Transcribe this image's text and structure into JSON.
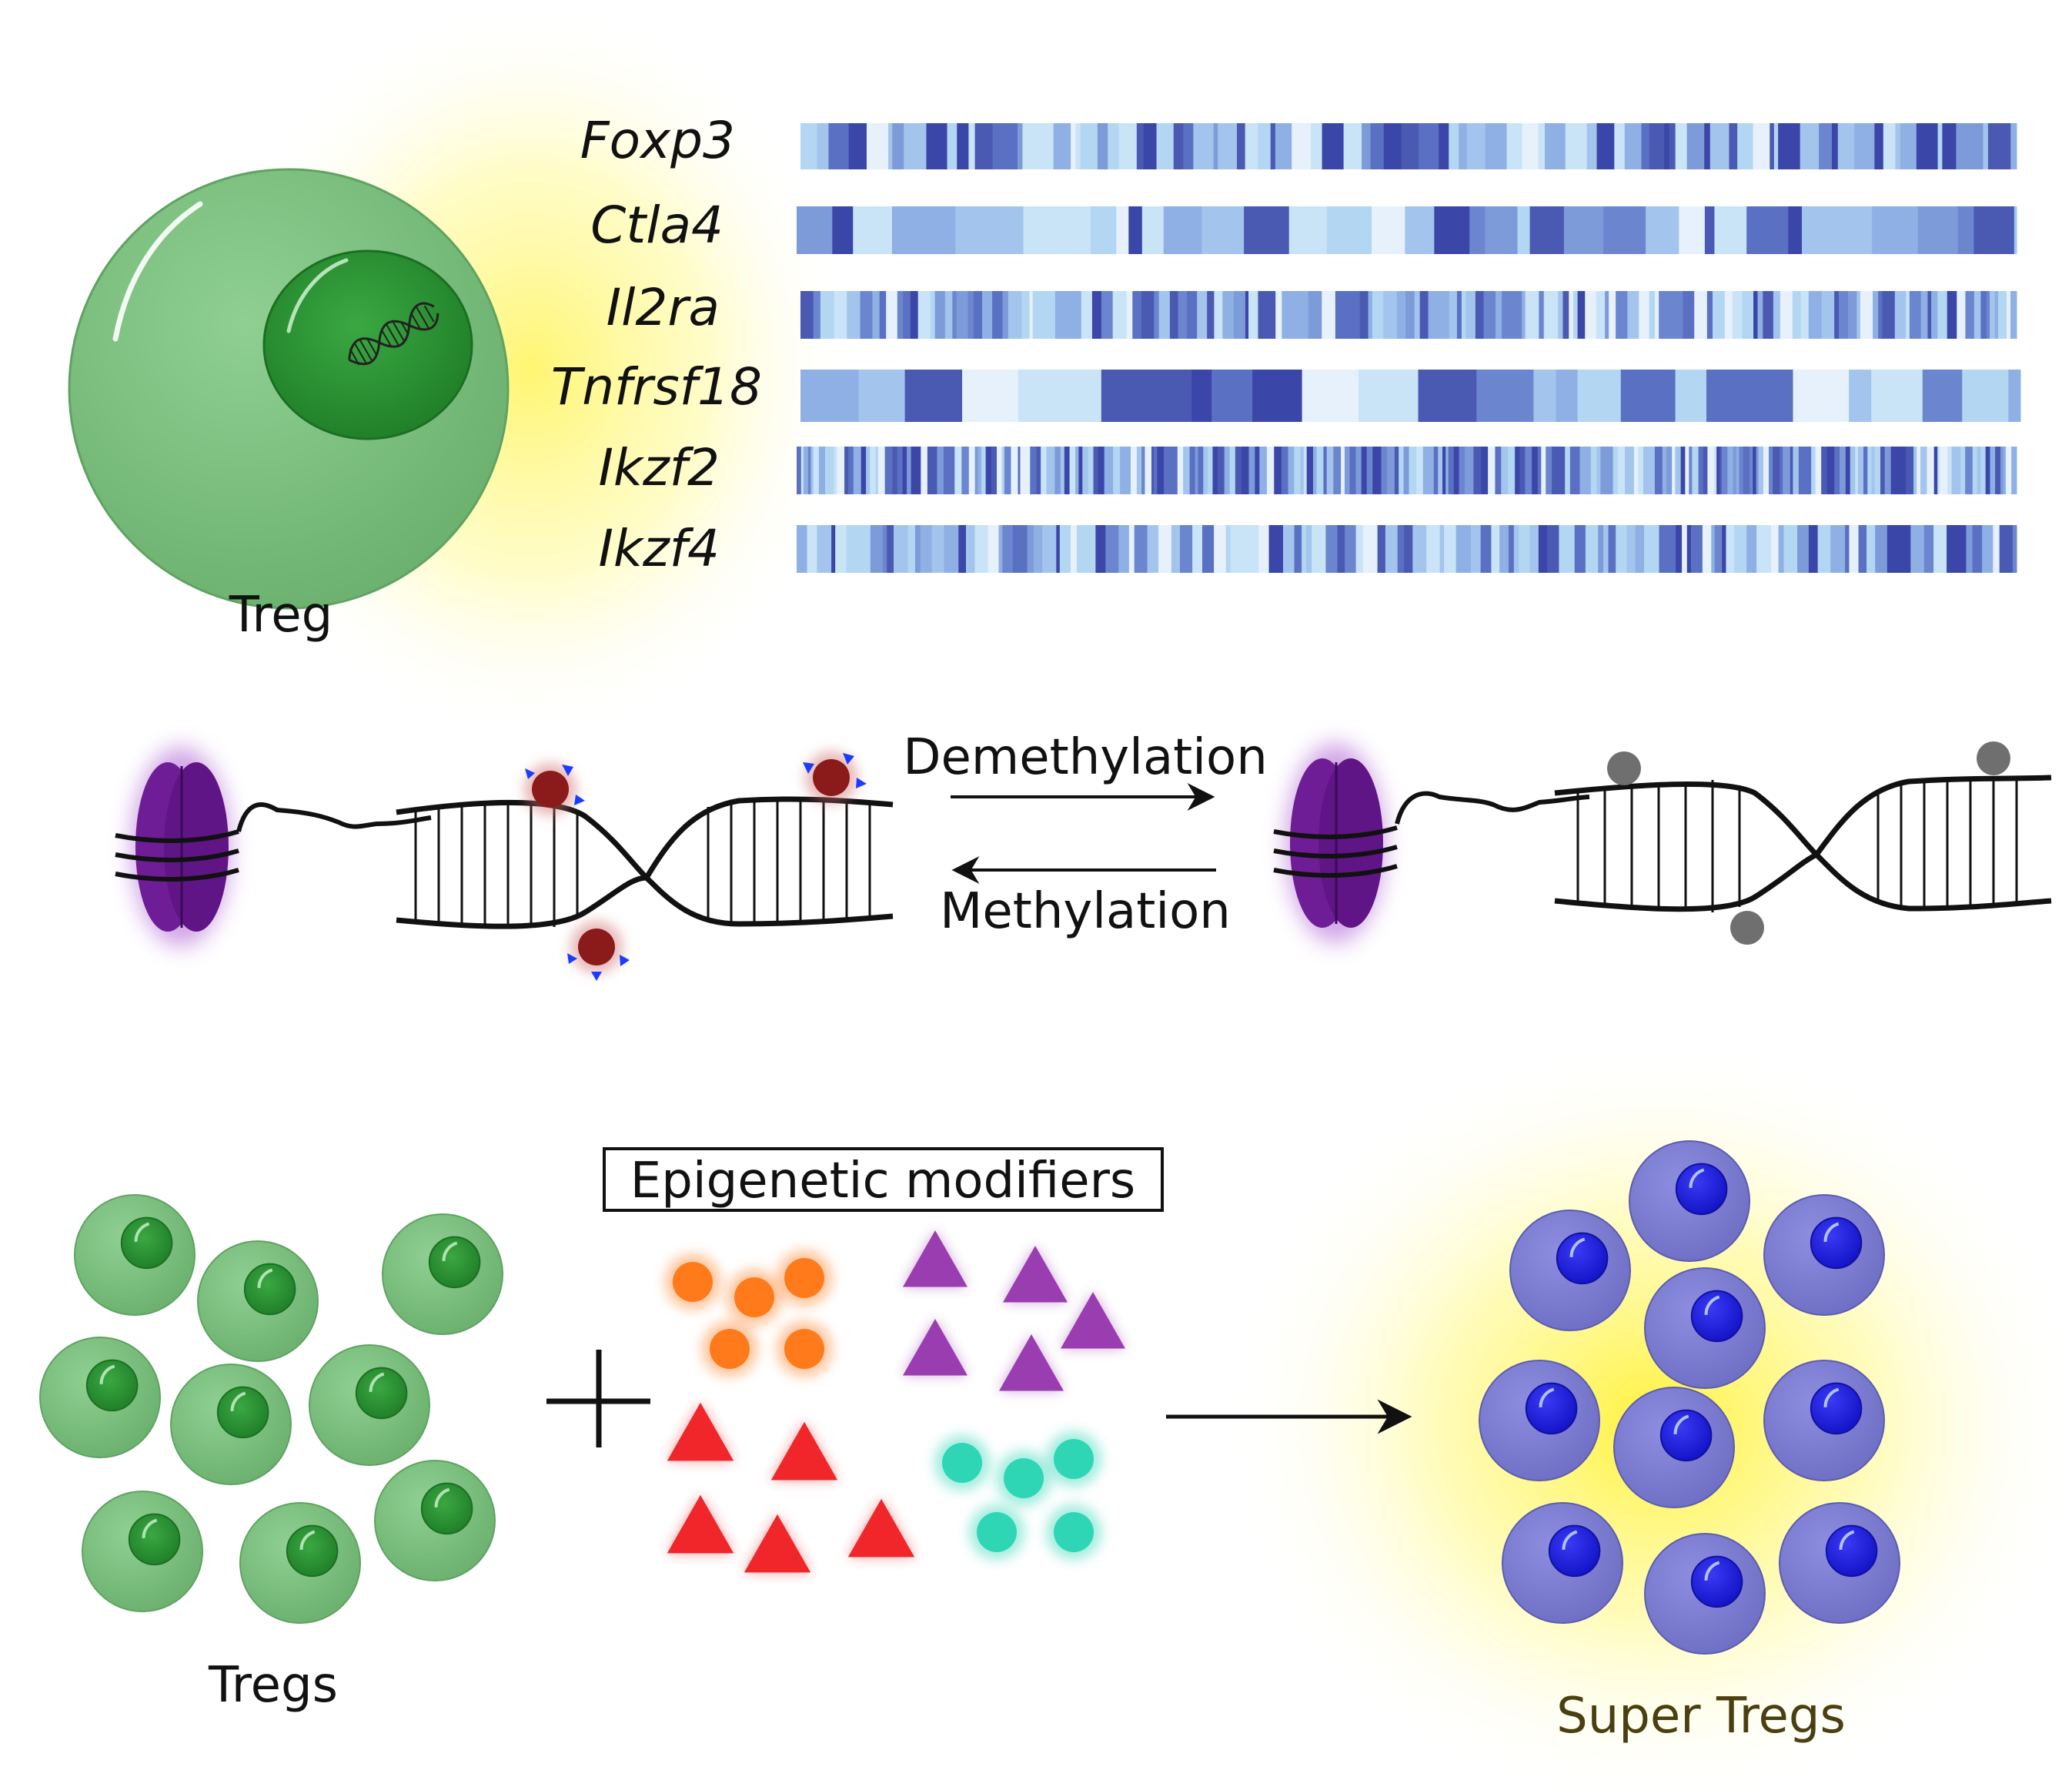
{
  "labels": {
    "treg": "Treg",
    "demethylation": "Demethylation",
    "methylation": "Methylation",
    "epigenetic_modifiers": "Epigenetic modifiers",
    "tregs": "Tregs",
    "super_tregs": "Super Tregs"
  },
  "genes": [
    "Foxp3",
    "Ctla4",
    "Il2ra",
    "Tnfrsf18",
    "Ikzf2",
    "Ikzf4"
  ],
  "colors": {
    "treg_green": "#7dc27f",
    "nucleus_green": "#2e9a35",
    "super_treg_purple": "#7f7fd2",
    "super_treg_nucleus": "#2323e6",
    "heatmap_light": "#c9e3f7",
    "heatmap_dark": "#3a46a8",
    "histone": "#6a1b9a",
    "methyl_group": "#8b1a1a",
    "methyl_tag": "#1a3cff",
    "demethylated": "#6f6f6f",
    "glow": "#fff56a",
    "modifier_orange": "#ff7a1a",
    "modifier_purple": "#9a3db0",
    "modifier_red": "#f0262a",
    "modifier_teal": "#2fd6b6"
  },
  "icons": [
    "dna-icon"
  ]
}
